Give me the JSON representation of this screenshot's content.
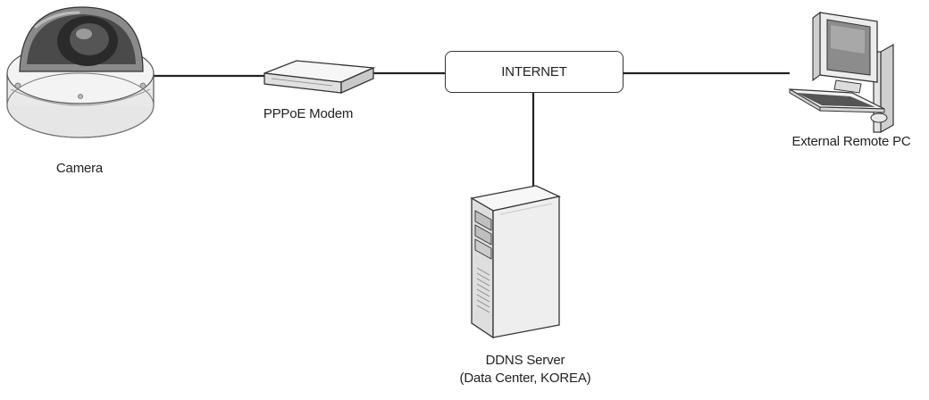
{
  "nodes": {
    "camera": {
      "label": "Camera",
      "icon": "dome-camera-icon"
    },
    "modem": {
      "label": "PPPoE Modem",
      "icon": "modem-icon"
    },
    "internet": {
      "label": "INTERNET"
    },
    "remote_pc": {
      "label": "External Remote PC",
      "icon": "desktop-pc-icon"
    },
    "ddns_server": {
      "label_line1": "DDNS Server",
      "label_line2": "(Data Center, KOREA)",
      "icon": "server-tower-icon"
    }
  },
  "colors": {
    "line": "#222222",
    "outline": "#333333",
    "device_fill": "#f2f2f2",
    "device_shade": "#cfcfcf"
  }
}
